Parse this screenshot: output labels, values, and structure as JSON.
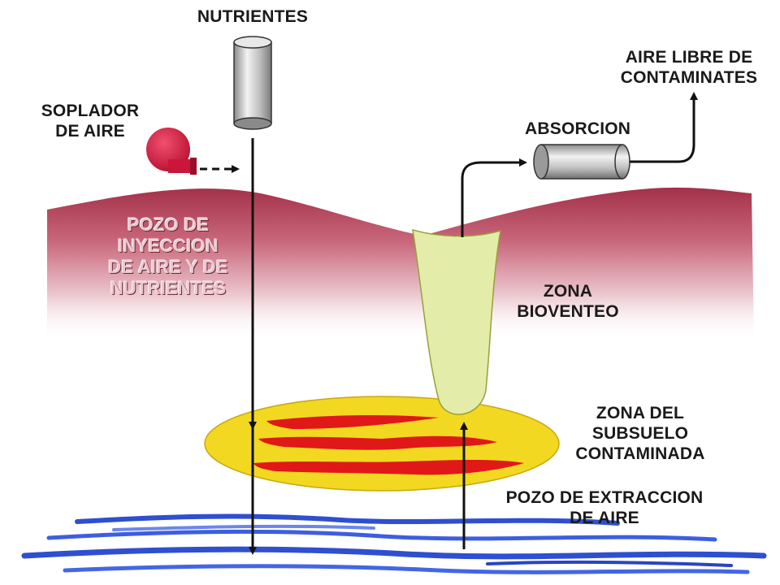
{
  "labels": {
    "nutrients": "NUTRIENTES",
    "blower_line1": "SOPLADOR",
    "blower_line2": "DE AIRE",
    "injection_well_line1": "POZO DE",
    "injection_well_line2": "INYECCION",
    "injection_well_line3": "DE AIRE Y DE",
    "injection_well_line4": "NUTRIENTES",
    "absorption": "ABSORCION",
    "clean_air_line1": "AIRE LIBRE DE",
    "clean_air_line2": "CONTAMINATES",
    "bioventing_line1": "ZONA",
    "bioventing_line2": "BIOVENTEO",
    "contaminated_line1": "ZONA DEL",
    "contaminated_line2": "SUBSUELO",
    "contaminated_line3": "CONTAMINADA",
    "extraction_line1": "POZO DE EXTRACCION",
    "extraction_line2": "DE AIRE"
  },
  "colors": {
    "soil_dark": "#a8364e",
    "soil_light": "#f6e7ea",
    "bioventing_zone": "#e4ecaa",
    "contaminated_zone": "#f2d820",
    "contaminant": "#e01818",
    "groundwater": "#2f4fd0",
    "blower": "#d4173f",
    "arrow": "#111111"
  }
}
